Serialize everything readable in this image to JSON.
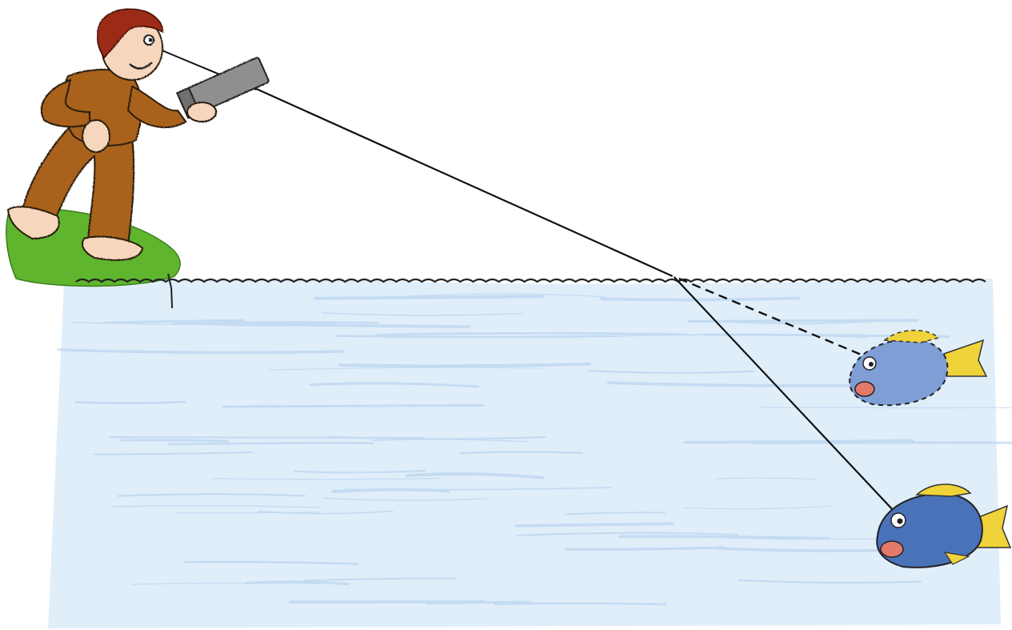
{
  "scene": {
    "colors": {
      "water": "#d6e8f8",
      "water_stroke": "#a9c9ec",
      "grass": "#5fb52e",
      "suit": "#a8621f",
      "skin": "#f6d7bd",
      "hair": "#9b2a18",
      "flashlight": "#8f8f8f",
      "fish_real": "#4a72b8",
      "fish_image": "#7f9ed6",
      "fin": "#f0d33a",
      "mouth": "#e37968",
      "line": "#111111"
    },
    "elements": [
      "person-with-flashlight",
      "grass-bank",
      "water-surface",
      "light-ray-to-surface",
      "refracted-ray-to-fish",
      "apparent-ray-dashed",
      "real-fish",
      "apparent-fish-image"
    ]
  }
}
